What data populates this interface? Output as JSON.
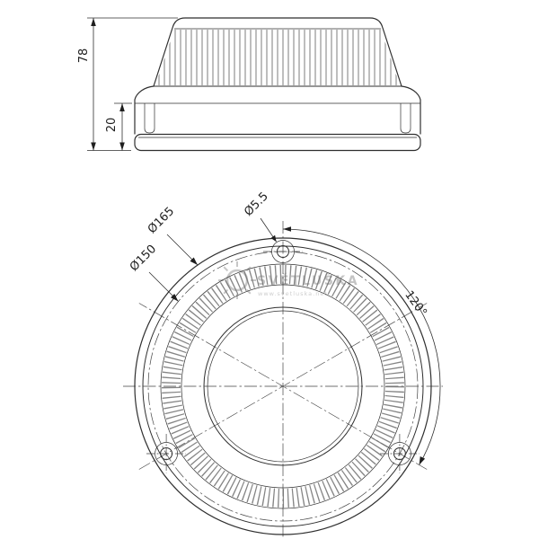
{
  "side_view": {
    "dim_total_height": "78",
    "dim_base_height": "20"
  },
  "plan_view": {
    "dim_outer_diameter": "Ø165",
    "dim_bolt_circle": "Ø150",
    "dim_hole_diameter": "Ø5.5",
    "dim_hole_angle": "120°"
  },
  "watermark": {
    "brand": "SVĚTLUŠKA",
    "url_line": "www.svetluska.net"
  },
  "colors": {
    "line": "#2f2f2f",
    "centerline": "#444444",
    "watermark": "#c7c7c7",
    "background": "#ffffff"
  }
}
